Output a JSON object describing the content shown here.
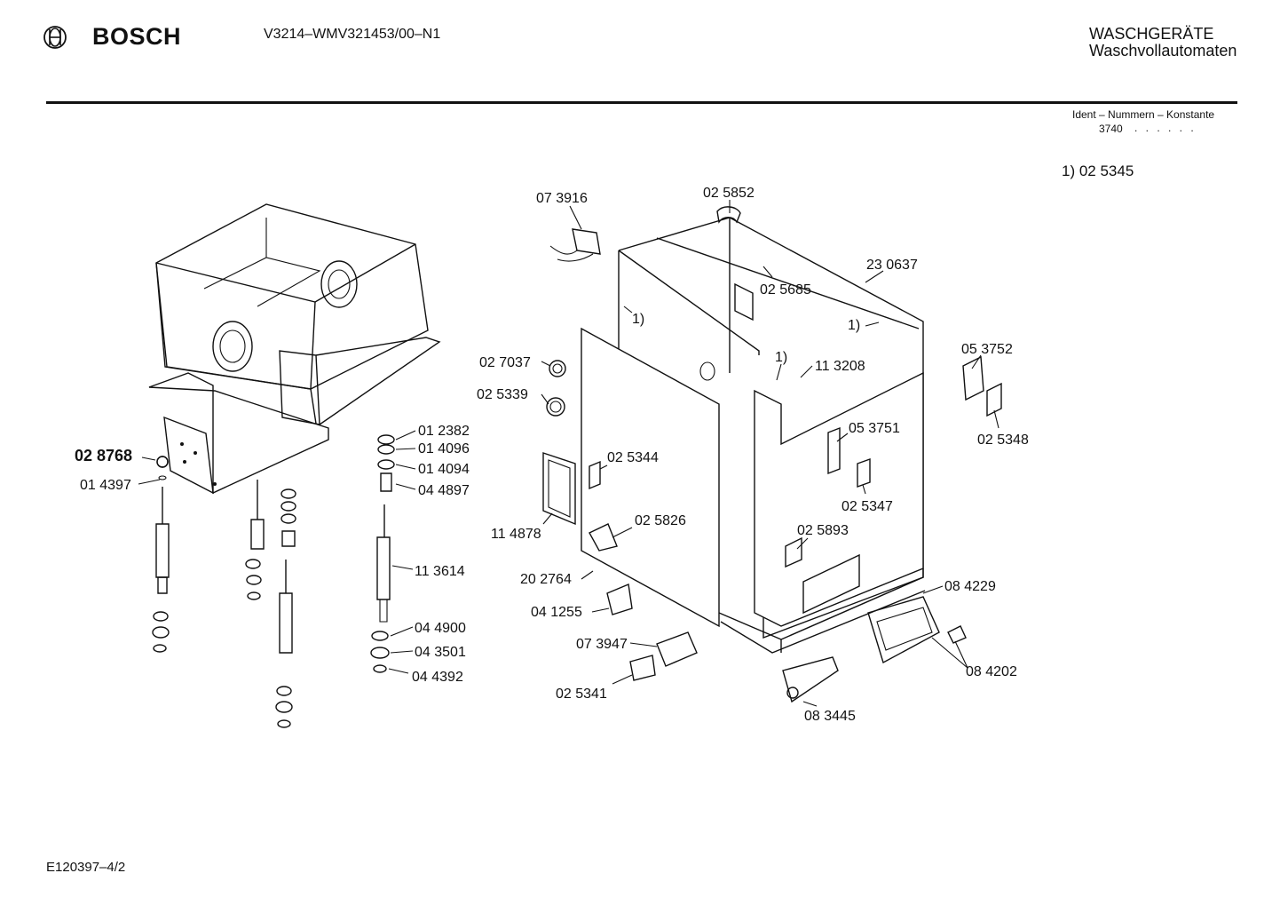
{
  "header": {
    "brand": "BOSCH",
    "model": "V3214–WMV321453/00–N1",
    "category_line1": "WASCHGERÄTE",
    "category_line2": "Waschvollautomaten"
  },
  "ident": {
    "title": "Ident – Nummern – Konstante",
    "value": "3740",
    "dots": ". . . . . ."
  },
  "footnote": "1)  02 5345",
  "footer": {
    "doc_ref": "E120397–4/2"
  },
  "parts": [
    {
      "label": "07 3916"
    },
    {
      "label": "02 5852"
    },
    {
      "label": "23 0637"
    },
    {
      "label": "02 5685"
    },
    {
      "label": "1)"
    },
    {
      "label": "1)"
    },
    {
      "label": "1)"
    },
    {
      "label": "02 7037"
    },
    {
      "label": "02 5339"
    },
    {
      "label": "11 3208"
    },
    {
      "label": "05 3752"
    },
    {
      "label": "02 5348"
    },
    {
      "label": "05 3751"
    },
    {
      "label": "02 5344"
    },
    {
      "label": "02 5347"
    },
    {
      "label": "11 4878"
    },
    {
      "label": "02 5826"
    },
    {
      "label": "02 5893"
    },
    {
      "label": "20 2764"
    },
    {
      "label": "08 4229"
    },
    {
      "label": "04 1255"
    },
    {
      "label": "07 3947"
    },
    {
      "label": "08 4202"
    },
    {
      "label": "02 5341"
    },
    {
      "label": "08 3445"
    },
    {
      "label": "02 8768"
    },
    {
      "label": "01 4397"
    },
    {
      "label": "01 2382"
    },
    {
      "label": "01 4096"
    },
    {
      "label": "01 4094"
    },
    {
      "label": "04 4897"
    },
    {
      "label": "11 3614"
    },
    {
      "label": "04 4900"
    },
    {
      "label": "04 3501"
    },
    {
      "label": "04 4392"
    }
  ]
}
